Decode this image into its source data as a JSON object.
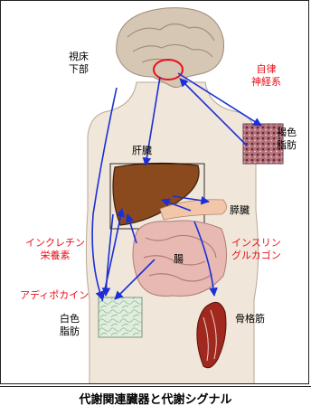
{
  "labels": {
    "hypothalamus": [
      "視床",
      "下部"
    ],
    "autonomic_nerve": [
      "自律",
      "神経系"
    ],
    "brown_fat": [
      "褐色",
      "脂肪"
    ],
    "liver": "肝臓",
    "pancreas": "膵臓",
    "incretin": [
      "インクレチン",
      "栄養素"
    ],
    "insulin_glucagon": [
      "インスリン",
      "グルカゴン"
    ],
    "intestine": "腸",
    "adiponectin": "アディポカイン",
    "white_fat": [
      "白色",
      "脂肪"
    ],
    "skeletal_muscle": "骨格筋"
  },
  "caption": "代謝関連臓器と代謝シグナル",
  "colors": {
    "signal_text": "#e8101a",
    "arrow": "#1a2fd6",
    "body_fill": "#f1e6da",
    "body_stroke": "#b9a896",
    "liver": "#8b4a1e",
    "intestine": "#e8b9b3",
    "muscle": "#a0281e"
  }
}
